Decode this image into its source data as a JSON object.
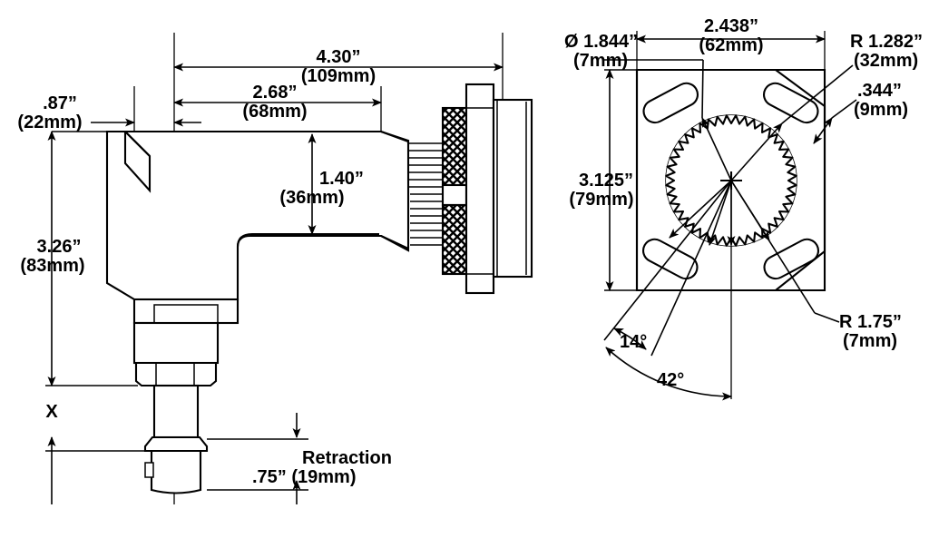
{
  "drawing": {
    "title": "Right-angle connector housing and mounting plate dimensional drawing",
    "views": [
      {
        "name": "side-elevation-view",
        "position": "left"
      },
      {
        "name": "mounting-plate-plan-view",
        "position": "right"
      }
    ],
    "line_color": "#000000",
    "background_color": "#ffffff"
  },
  "side_view": {
    "dimensions": {
      "overall_length": {
        "inch": "4.30”",
        "mm": "(109mm)"
      },
      "body_length": {
        "inch": "2.68”",
        "mm": "(68mm)"
      },
      "front_offset": {
        "inch": ".87”",
        "mm": "(22mm)"
      },
      "axis_height": {
        "inch": "1.40”",
        "mm": "(36mm)"
      },
      "overall_height": {
        "inch": "3.26”",
        "mm": "(83mm)"
      },
      "stroke_marker": "X",
      "retraction": {
        "label": "Retraction",
        "value": ".75” (19mm)"
      }
    }
  },
  "plate_view": {
    "dimensions": {
      "plate_width": {
        "inch": "2.438”",
        "mm": "(62mm)"
      },
      "plate_height": {
        "inch": "3.125”",
        "mm": "(79mm)"
      },
      "bore_diameter": {
        "inch": "Ø 1.844”",
        "mm": "(7mm)"
      },
      "corner_radius_large": {
        "inch": "R 1.282”",
        "mm": "(32mm)"
      },
      "slot_width": {
        "inch": ".344”",
        "mm": "(9mm)"
      },
      "slot_radius": {
        "inch": "R 1.75”",
        "mm": "(7mm)"
      },
      "angle_small": "14°",
      "angle_large": "42°"
    }
  }
}
